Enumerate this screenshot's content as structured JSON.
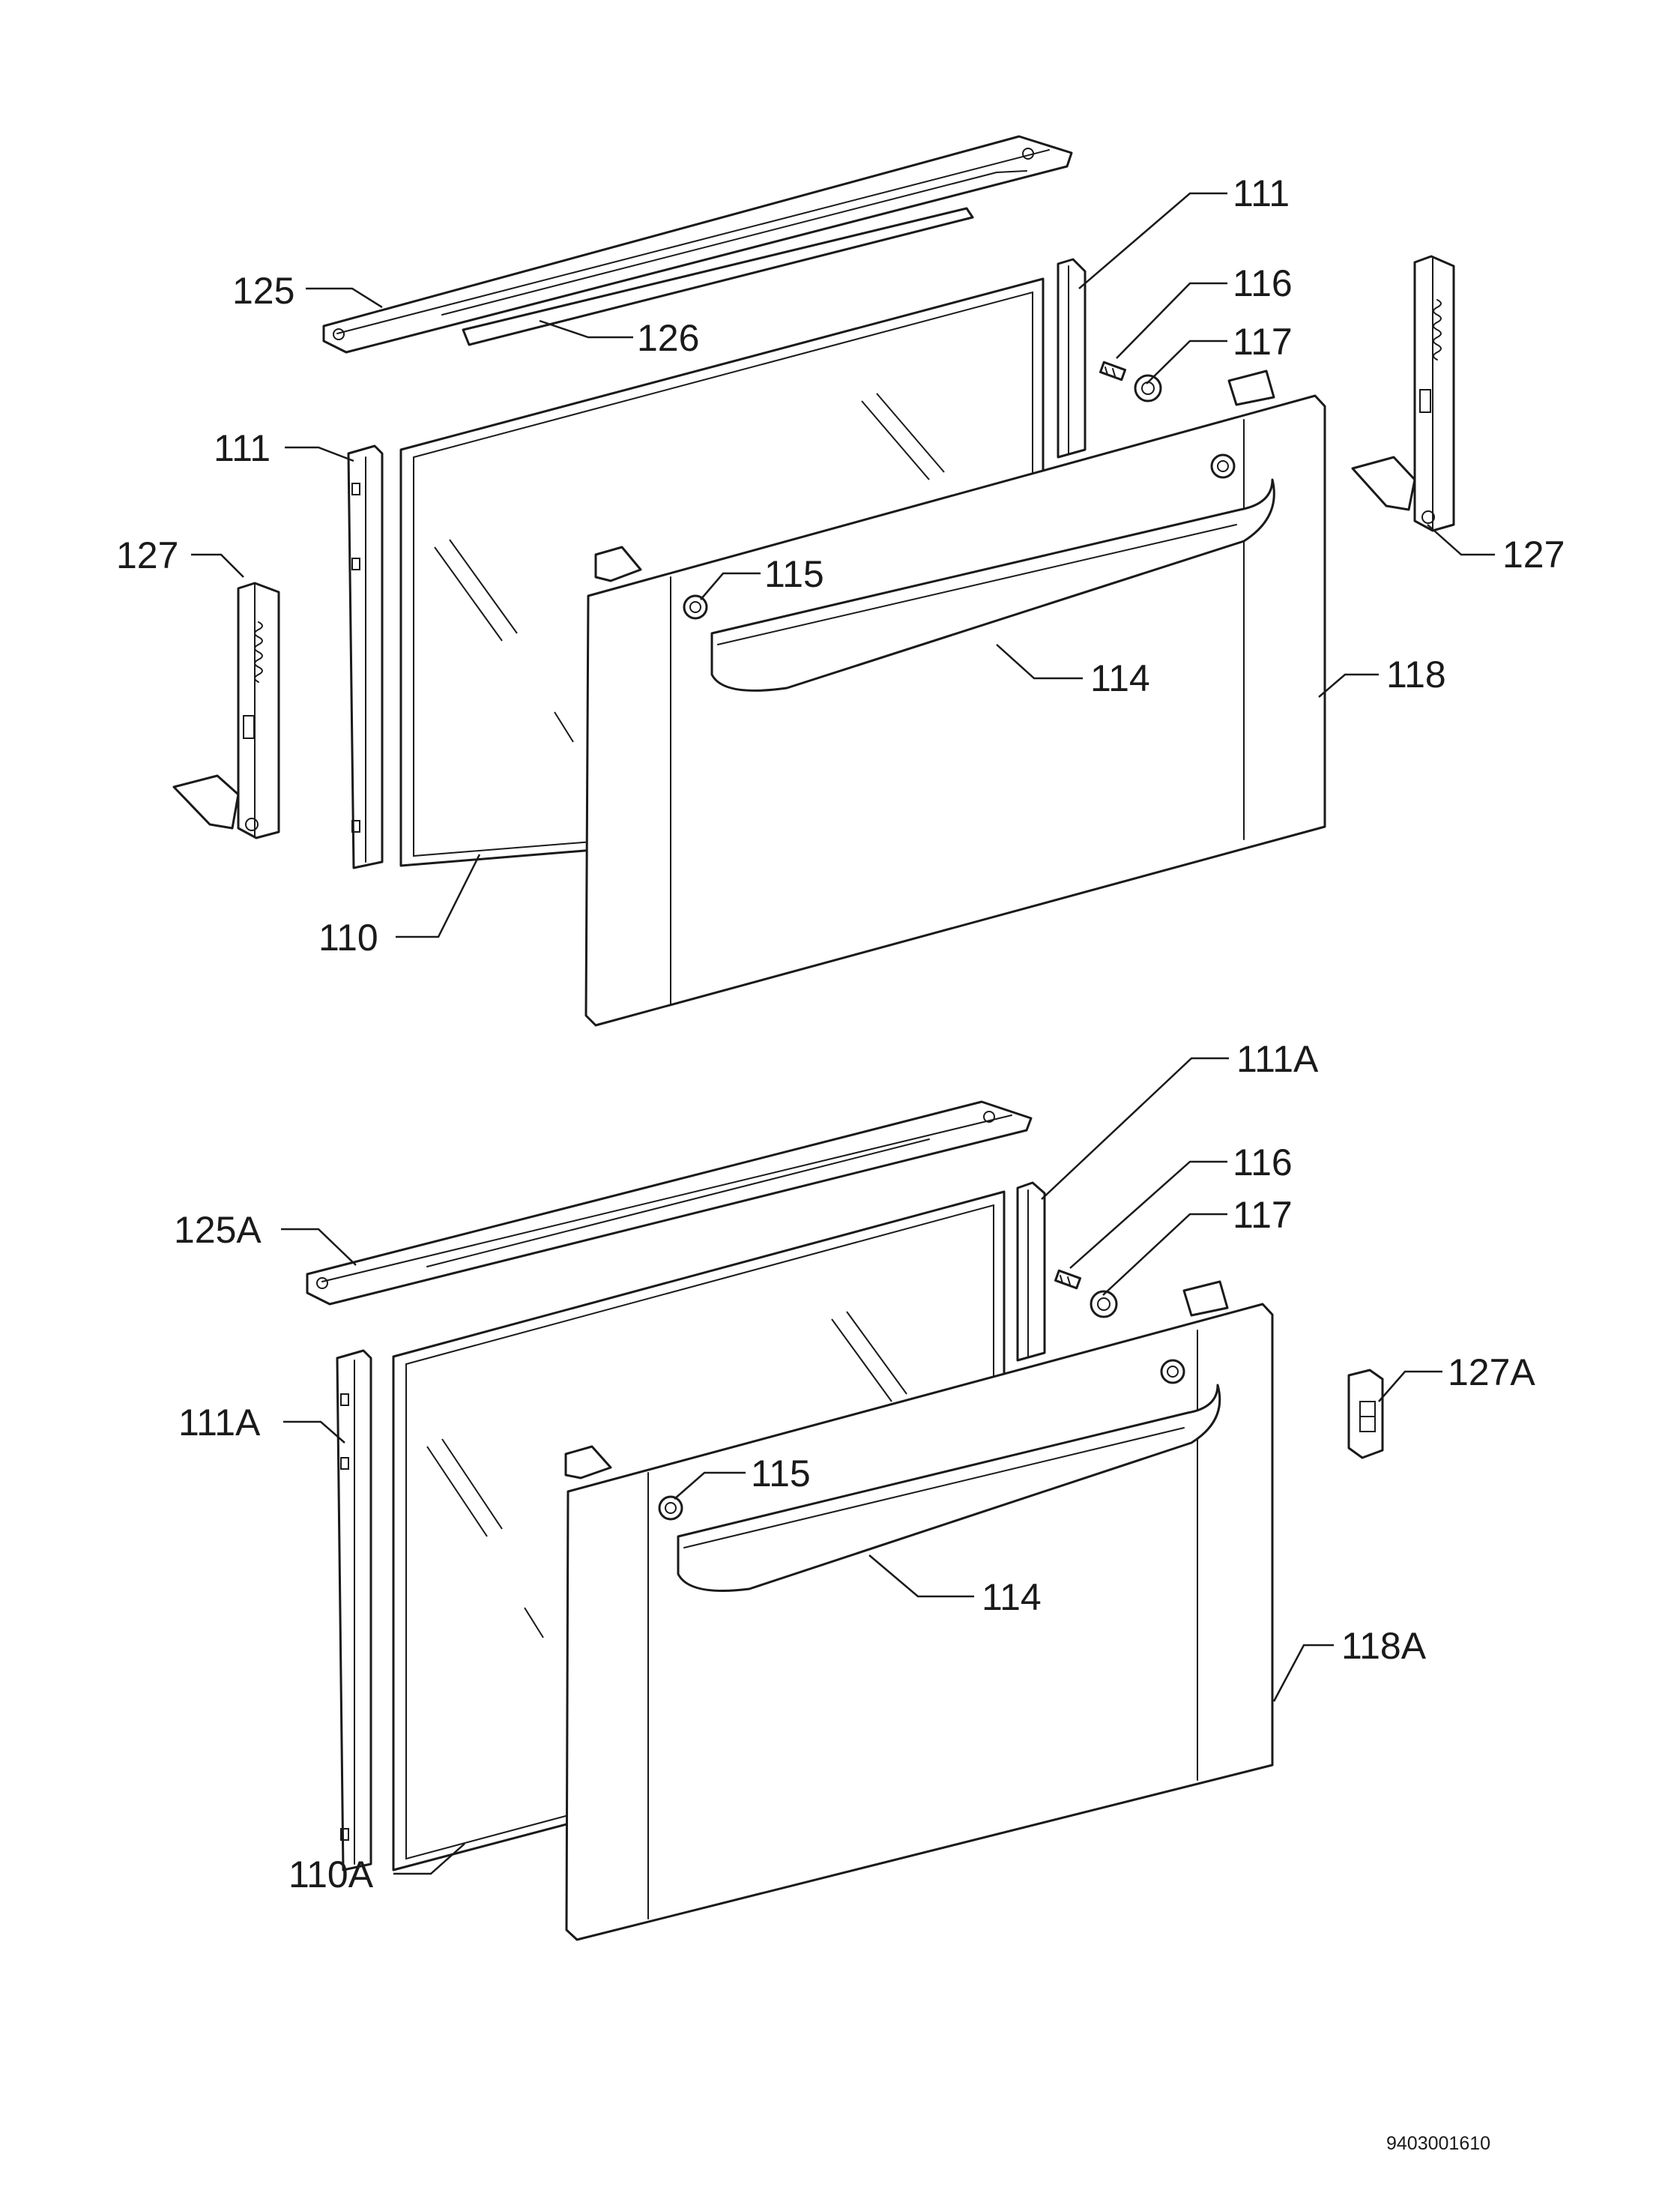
{
  "labels": {
    "l125": "125",
    "l126": "126",
    "l111_top_right": "111",
    "l116_top": "116",
    "l117_top": "117",
    "l111_top_left": "111",
    "l127_left": "127",
    "l127_right": "127",
    "l115_top": "115",
    "l114_top": "114",
    "l118": "118",
    "l110": "110",
    "l111A_right": "111A",
    "l116_bottom": "116",
    "l117_bottom": "117",
    "l125A": "125A",
    "l127A": "127A",
    "l111A_left": "111A",
    "l115_bottom": "115",
    "l114_bottom": "114",
    "l118A": "118A",
    "l110A": "110A"
  },
  "drawing_code": "9403001610"
}
